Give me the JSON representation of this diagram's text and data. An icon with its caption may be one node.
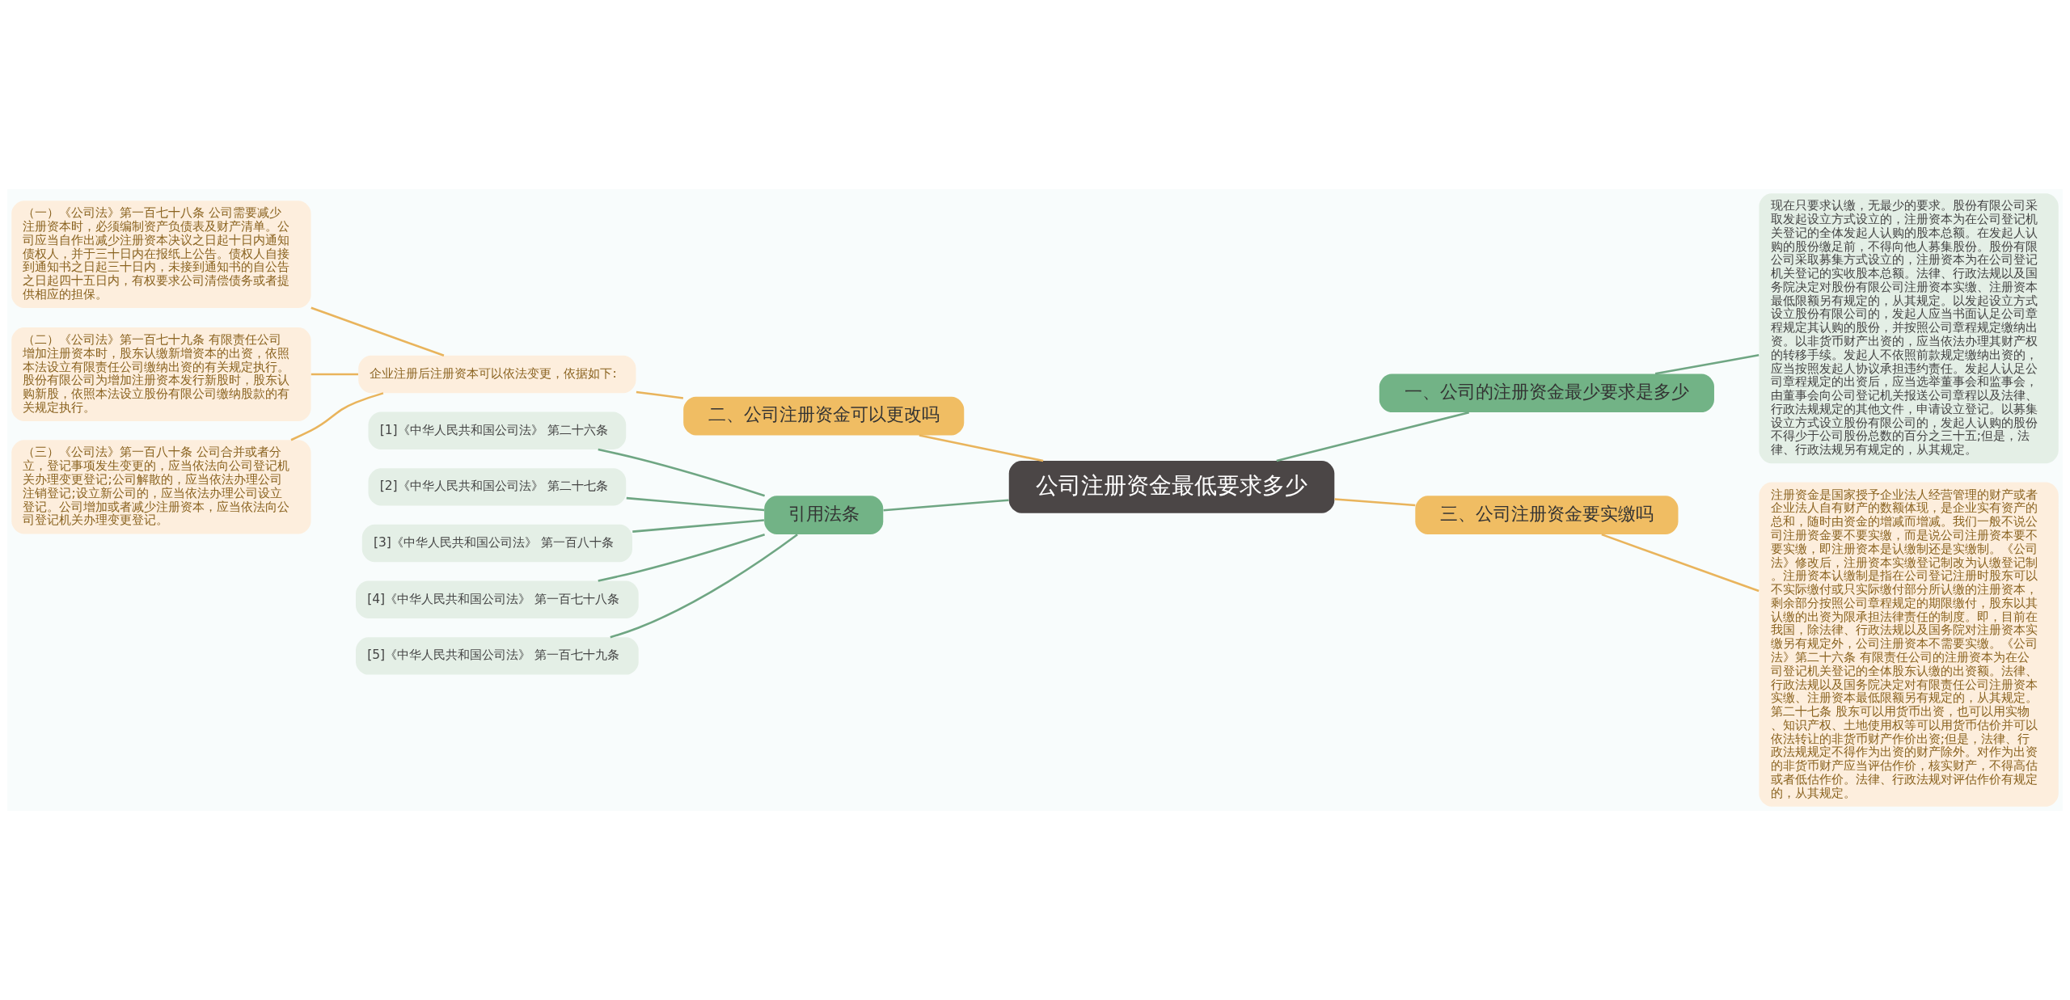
{
  "diagram": {
    "nodes": [
      {
        "text": [
          "公司注册资金最低要求多少"
        ]
      },
      {
        "text": [
          "一、公司的注册资金最少要求是多少"
        ]
      },
      {
        "text": [
          "现在只要求认缴，无最少的要求。股份有限公司采取发起设立方式设立的，注册资本为在公司登记机关登记的全体发起人认购的股本总额。在发起人认购的股份缴足前，不得向他人募集股份。股份有限公司采取募集方式设立的，注册资本为在公司登记机关登记的实收股本总额。法律、行政法规以及国务院决定对股份有限公司注册资本实缴、注册资本最低限额另有规定的，从其规定。以发起设立方式设立股份有限公司的，发起人应当书面认足公司章程规定其认购的股份，并按照公司章程规定缴纳出资。以非货币财产出资的，应当依法办理其财产权的转移手续。发起人不依照前款规定缴纳出资的，应当按照发起人协议承担违约责任。发起人认足公司章程规定的出资后，应当选举董事会和监事会，由董事会向公司登记机关报送公司章程以及法律、行政法规规定的其他文件，申请设立登记。以募集设立方式设立股份有限公司的，发起人认购的股份不得少于公司股份总数的百分之三十五;但是，法律、行政法规另有规定的，从其规定。"
        ]
      },
      {
        "text": [
          "二、公司注册资金可以更改吗"
        ]
      },
      {
        "text": [
          "企业注册后注册资本可以依法变更，依据如下:"
        ]
      },
      {
        "text": [
          "（一）《公司法》第一百七十八条 公司需要减少注册资本时，必须编制资产负债表及财产清单。公司应当自作出减少注册资本决议之日起十日内通知债权人，并于三十日内在报纸上公告。债权人自接到通知书之日起三十日内，未接到通知书的自公告之日起四十五日内，有权要求公司清偿债务或者提供相应的担保。"
        ]
      },
      {
        "text": [
          "（二）《公司法》第一百七十九条 有限责任公司增加注册资本时，股东认缴新增资本的出资，依照本法设立有限责任公司缴纳出资的有关规定执行。股份有限公司为增加注册资本发行新股时，股东认购新股，依照本法设立股份有限公司缴纳股款的有关规定执行。"
        ]
      },
      {
        "text": [
          "（三）《公司法》第一百八十条 公司合并或者分立，登记事项发生变更的，应当依法向公司登记机关办理变更登记;公司解散的，应当依法办理公司注销登记;设立新公司的，应当依法办理公司设立登记。公司增加或者减少注册资本，应当依法向公司登记机关办理变更登记。"
        ]
      },
      {
        "text": [
          "三、公司注册资金要实缴吗"
        ]
      },
      {
        "text": [
          "注册资金是国家授予企业法人经营管理的财产或者企业法人自有财产的数额体现，是企业实有资产的总和，随时由资金的增减而增减。我们一般不说公司注册资金要不要实缴，而是说公司注册资本要不要实缴，即注册资本是认缴制还是实缴制。《公司法》修改后，注册资本实缴登记制改为认缴登记制。注册资本认缴制是指在公司登记注册时股东可以不实际缴付或只实际缴付部分所认缴的注册资本，剩余部分按照公司章程规定的期限缴付，股东以其认缴的出资为限承担法律责任的制度。即，目前在我国，除法律、行政法规以及国务院对注册资本实缴另有规定外，公司注册资本不需要实缴。《公司法》第二十六条 有限责任公司的注册资本为在公司登记机关登记的全体股东认缴的出资额。法律、行政法规以及国务院决定对有限责任公司注册资本实缴、注册资本最低限额另有规定的，从其规定。第二十七条 股东可以用货币出资，也可以用实物、知识产权、土地使用权等可以用货币估价并可以依法转让的非货币财产作价出资;但是，法律、行政法规规定不得作为出资的财产除外。对作为出资的非货币财产应当评估作价，核实财产，不得高估或者低估作价。法律、行政法规对评估作价有规定的，从其规定。"
        ]
      },
      {
        "text": [
          "引用法条"
        ]
      },
      {
        "text": [
          "[1]《中华人民共和国公司法》 第二十六条"
        ]
      },
      {
        "text": [
          "[2]《中华人民共和国公司法》 第二十七条"
        ]
      },
      {
        "text": [
          "[3]《中华人民共和国公司法》 第一百八十条"
        ]
      },
      {
        "text": [
          "[4]《中华人民共和国公司法》 第一百七十八条"
        ]
      },
      {
        "text": [
          "[5]《中华人民共和国公司法》 第一百七十九条"
        ]
      }
    ],
    "edges": [
      {
        "from": 0,
        "to": 1,
        "arrow": "none"
      },
      {
        "from": 1,
        "to": 2,
        "arrow": "none"
      },
      {
        "from": 0,
        "to": 3,
        "arrow": "none",
        "color": "#e9b45c"
      },
      {
        "from": 3,
        "to": 4,
        "arrow": "none",
        "color": "#e9b45c"
      },
      {
        "from": 4,
        "to": 5,
        "arrow": "none",
        "color": "#e9b45c"
      },
      {
        "from": 4,
        "to": 6,
        "arrow": "none",
        "color": "#e9b45c"
      },
      {
        "from": 4,
        "to": 7,
        "arrow": "none",
        "color": "#e9b45c"
      },
      {
        "from": 0,
        "to": 8,
        "arrow": "none",
        "color": "#e9b45c"
      },
      {
        "from": 8,
        "to": 9,
        "arrow": "none",
        "color": "#e9b45c"
      },
      {
        "from": 0,
        "to": 10,
        "arrow": "none"
      },
      {
        "from": 10,
        "to": 11,
        "arrow": "none"
      },
      {
        "from": 10,
        "to": 12,
        "arrow": "none"
      },
      {
        "from": 10,
        "to": 13,
        "arrow": "none"
      },
      {
        "from": 10,
        "to": 14,
        "arrow": "none"
      },
      {
        "from": 10,
        "to": 15,
        "arrow": "none"
      }
    ]
  }
}
